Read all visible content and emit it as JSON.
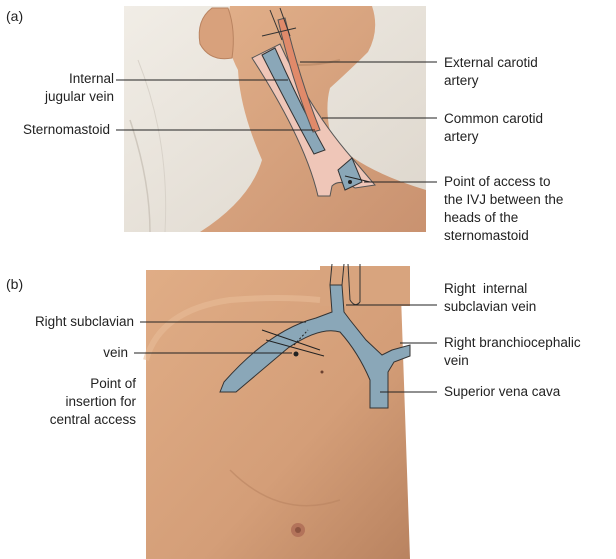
{
  "panel_a": {
    "label": "(a)",
    "labels": {
      "internal_jugular": [
        "Internal",
        "jugular vein"
      ],
      "sternomastoid": [
        "Sternomastoid"
      ],
      "external_carotid": [
        "External carotid",
        "artery"
      ],
      "common_carotid": [
        "Common carotid",
        "artery"
      ],
      "point_of_access": [
        "Point of access to",
        "the IVJ between the",
        "heads of the",
        "sternomastoid"
      ]
    }
  },
  "panel_b": {
    "label": "(b)",
    "labels": {
      "right_subclavian": [
        "Right subclavian"
      ],
      "vein": [
        "vein"
      ],
      "point_of_insertion": [
        "Point of",
        "insertion for",
        "central access"
      ],
      "right_internal_subclavian": [
        "Right  internal",
        "subclavian vein"
      ],
      "right_brachiocephalic": [
        "Right branchiocephalic",
        "vein"
      ],
      "superior_vena_cava": [
        "Superior vena cava"
      ]
    }
  },
  "colors": {
    "skin": "#d9a67e",
    "skin_dark": "#b9845c",
    "vein": "#8aa7b8",
    "vein_outline": "#333333",
    "artery": "#e08a6a",
    "muscle": "#efc6b8",
    "background_a": "#e9e4dd"
  }
}
